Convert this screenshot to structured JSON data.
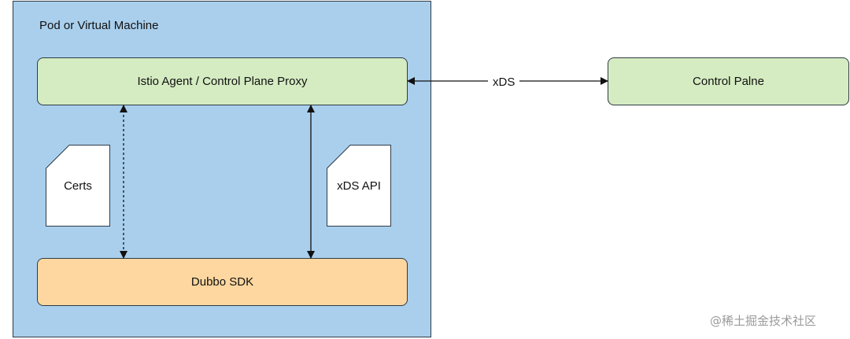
{
  "pod": {
    "title": "Pod or Virtual Machine"
  },
  "agent": {
    "label": "Istio Agent / Control Plane Proxy"
  },
  "control_plane": {
    "label": "Control Palne"
  },
  "connection": {
    "label": "xDS"
  },
  "docs": {
    "certs": "Certs",
    "xds_api": "xDS API"
  },
  "sdk": {
    "label": "Dubbo SDK"
  },
  "watermark": {
    "text": "@稀土掘金技术社区"
  },
  "colors": {
    "pod_fill": "#a9cfed",
    "proxy_fill": "#d5ecc2",
    "sdk_fill": "#fdd79f",
    "stroke": "#2f3a44"
  }
}
